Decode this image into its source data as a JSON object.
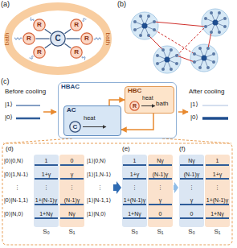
{
  "diagram": {
    "nodes": [
      {
        "text": [
          "bath",
          "bath"
        ]
      },
      {
        "text": [
          "C"
        ],
        "in": 0
      },
      {
        "text": [
          "R"
        ],
        "in": 0
      },
      {
        "text": [
          "R"
        ],
        "in": 0
      },
      {
        "text": [
          "R"
        ],
        "in": 0
      },
      {
        "text": [
          "R"
        ],
        "in": 0
      },
      {
        "text": [
          "R"
        ],
        "in": 0
      },
      {
        "text": [
          "R"
        ],
        "in": 0
      },
      {
        "text": [
          "HBAC"
        ]
      },
      {
        "text": [
          "AC"
        ],
        "in": 8
      },
      {
        "text": [
          "C"
        ],
        "in": 9
      },
      {
        "text": [
          "HBC"
        ],
        "in": 8
      },
      {
        "text": [
          "R"
        ],
        "in": 11
      },
      {
        "text": [
          "1",
          "1+γ",
          "⋮",
          "1+(N-1)γ",
          "1+Nγ",
          "S₀"
        ]
      },
      {
        "text": [
          "0",
          "γ",
          "⋮",
          "(N-1)γ",
          "Nγ",
          "S₁"
        ]
      },
      {
        "text": [
          "1",
          "1+γ",
          "⋮",
          "1+(N-1)γ",
          "1+Nγ",
          "S₀"
        ]
      },
      {
        "text": [
          "Nγ",
          "(N-1)γ",
          "⋮",
          "γ",
          "0",
          "S₁"
        ]
      },
      {
        "text": [
          "Nγ",
          "(N-1)γ",
          "⋮",
          "γ",
          "0",
          "S₀"
        ]
      },
      {
        "text": [
          "1",
          "1+γ",
          "⋮",
          "1+(N-1)γ",
          "1+Nγ",
          "S₁"
        ]
      }
    ],
    "edges": [
      {
        "from": 1,
        "to": 2,
        "arrow": "none"
      },
      {
        "from": 1,
        "to": 3,
        "arrow": "none"
      },
      {
        "from": 1,
        "to": 4,
        "arrow": "none"
      },
      {
        "from": 1,
        "to": 5,
        "arrow": "none"
      },
      {
        "from": 1,
        "to": 6,
        "arrow": "none"
      },
      {
        "from": 1,
        "to": 7,
        "arrow": "none"
      },
      {
        "from": 9,
        "to": 11,
        "arrow": "to"
      },
      {
        "from": 11,
        "to": 9,
        "arrow": "to"
      }
    ],
    "labels": [
      "(a)",
      "(b)",
      "(c)",
      "Before cooling",
      "|1⟩",
      "|0⟩",
      "heat",
      "bath",
      "heat",
      "After cooling",
      "|1⟩",
      "|0⟩",
      "(d)",
      "|0⟩|0,N⟩",
      "|0⟩|1,N-1⟩",
      "⋮",
      "|0⟩|N-1,1⟩",
      "|0⟩|N,0⟩",
      "|1⟩|0,N⟩",
      "|1⟩|1,N-1⟩",
      "⋮",
      "|1⟩|N-1,1⟩",
      "|1⟩|N,0⟩",
      "(e)",
      "(f)"
    ]
  }
}
